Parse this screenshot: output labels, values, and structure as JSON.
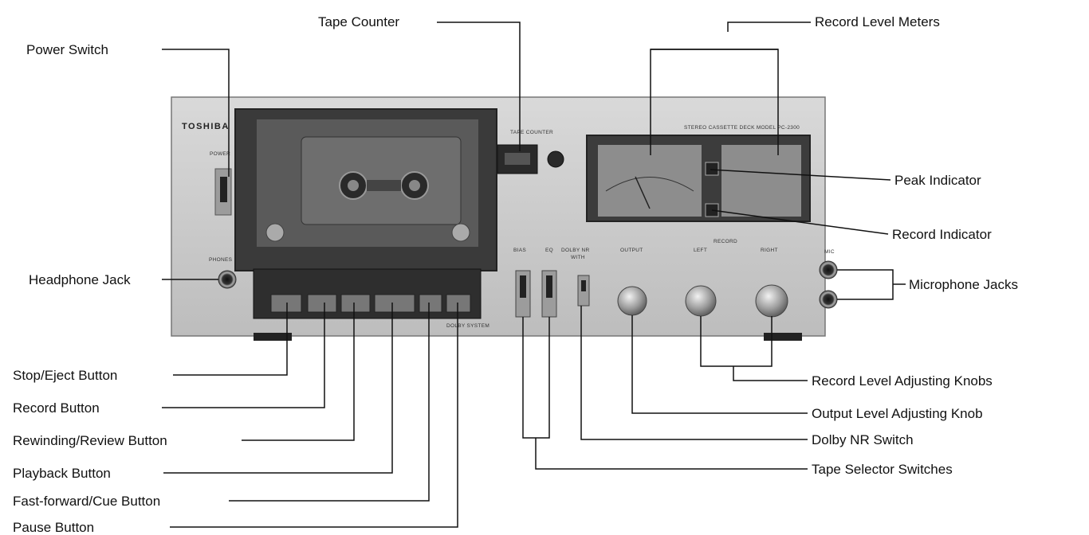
{
  "deck": {
    "brand": "TOSHIBA",
    "model": "STEREO CASSETTE DECK MODEL PC-2300",
    "panel": {
      "power": "POWER",
      "phones": "PHONES",
      "tape_counter": "TAPE COUNTER",
      "bias": "BIAS",
      "eq": "EQ",
      "dolby": "DOLBY NR",
      "dolby_sub": "WITH",
      "output": "OUTPUT",
      "left": "LEFT",
      "right": "RIGHT",
      "record_level": "RECORD",
      "mic": "MIC",
      "dolby_system": "DOLBY SYSTEM"
    }
  },
  "labels": {
    "power_switch": "Power Switch",
    "tape_counter": "Tape Counter",
    "record_level_meters": "Record Level Meters",
    "peak_indicator": "Peak Indicator",
    "record_indicator": "Record Indicator",
    "headphone_jack": "Headphone Jack",
    "microphone_jacks": "Microphone Jacks",
    "stop_eject_button": "Stop/Eject Button",
    "record_button": "Record Button",
    "rewinding_review_button": "Rewinding/Review Button",
    "playback_button": "Playback Button",
    "fast_forward_cue_button": "Fast-forward/Cue Button",
    "pause_button": "Pause Button",
    "record_level_adjusting_knobs": "Record Level Adjusting Knobs",
    "output_level_adjusting_knob": "Output Level Adjusting Knob",
    "dolby_nr_switch": "Dolby NR Switch",
    "tape_selector_switches": "Tape Selector Switches"
  }
}
